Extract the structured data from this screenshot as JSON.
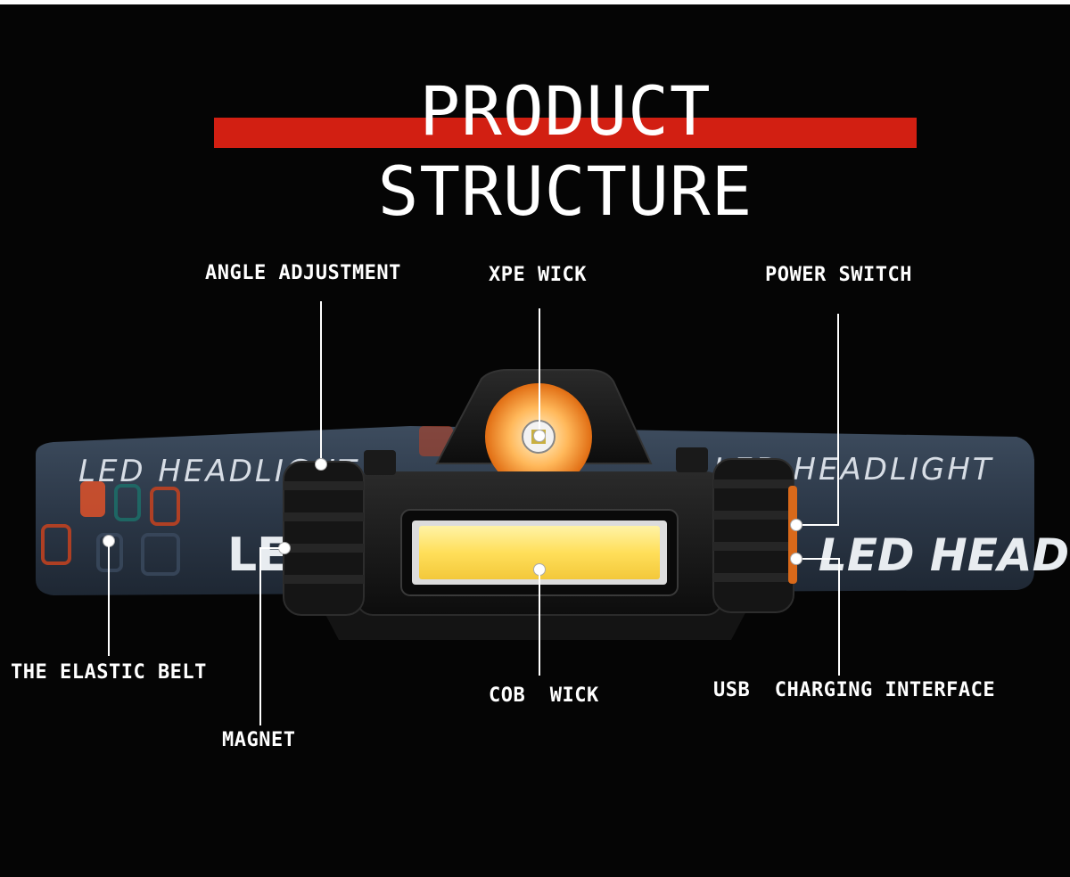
{
  "title": "PRODUCT STRUCTURE",
  "colors": {
    "background": "#050505",
    "title_bar": "#d21f12",
    "label_text": "#ffffff",
    "cob_light": "#ffe169",
    "xpe_ring": "#f08a2a"
  },
  "band_text": {
    "upper_left": "LED HEADLIGHT",
    "upper_right": "LED HEADLIGHT",
    "lower_left": "LED",
    "lower_right": "LED HEADI"
  },
  "labels": {
    "angle_adjustment": "ANGLE ADJUSTMENT",
    "xpe_wick": "XPE WICK",
    "power_switch": "POWER SWITCH",
    "elastic_belt": "THE ELASTIC BELT",
    "magnet": "MAGNET",
    "cob_wick": "COB  WICK",
    "usb_charging": "USB  CHARGING INTERFACE"
  }
}
